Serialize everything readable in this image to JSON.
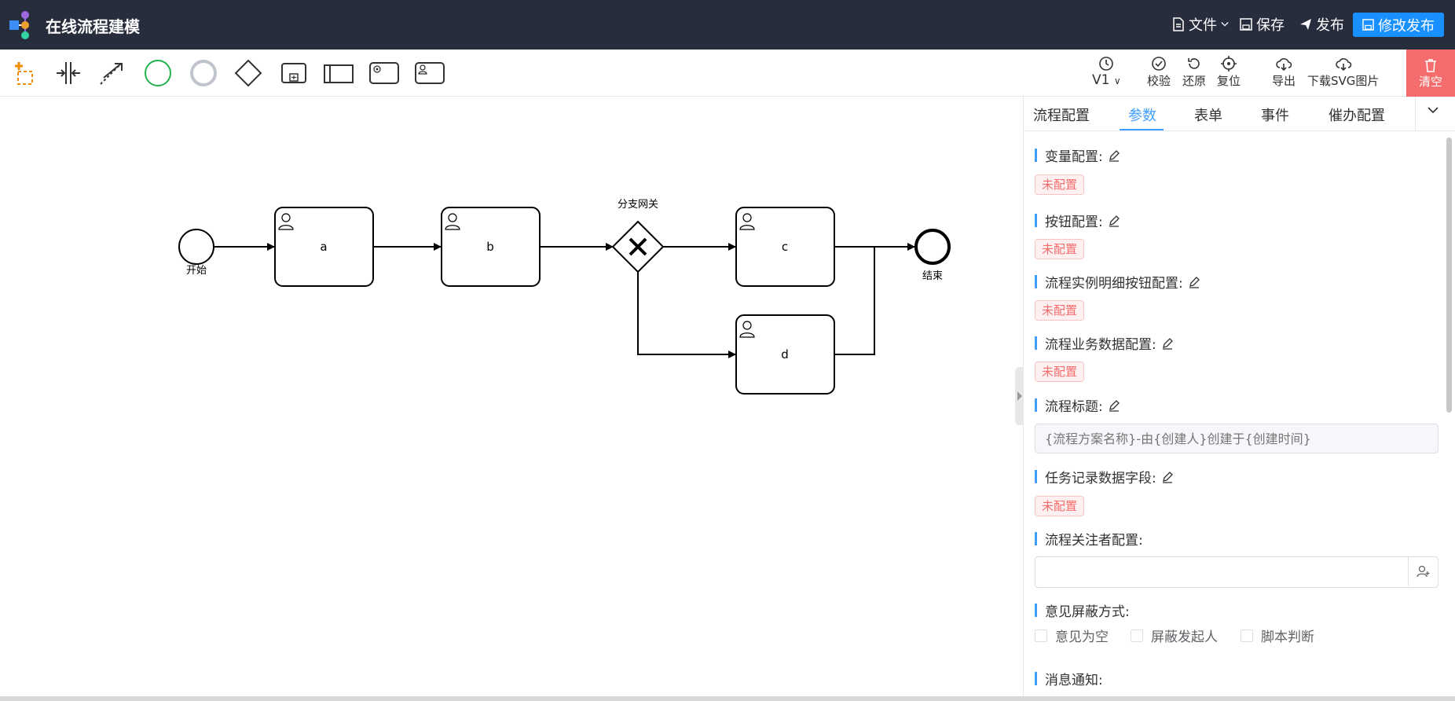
{
  "header": {
    "title": "在线流程建模",
    "file_label": "文件",
    "save_label": "保存",
    "publish_label": "发布",
    "modify_publish_label": "修改发布"
  },
  "toolbar": {
    "palette": [
      "hand-tool",
      "lasso-tool",
      "space-tool",
      "connect-tool",
      "start-event",
      "end-event",
      "gateway",
      "sub-process",
      "pool",
      "service-task",
      "user-task"
    ],
    "version_label": "V1",
    "validate_label": "校验",
    "undo_label": "还原",
    "reset_label": "复位",
    "export_label": "导出",
    "download_svg_label": "下载SVG图片",
    "clear_label": "清空"
  },
  "diagram": {
    "start_label": "开始",
    "end_label": "结束",
    "gateway_label": "分支网关",
    "tasks": [
      "a",
      "b",
      "c",
      "d"
    ]
  },
  "panel": {
    "tabs": [
      "流程配置",
      "参数",
      "表单",
      "事件",
      "催办配置"
    ],
    "active_tab": "参数",
    "variable_config": "变量配置:",
    "button_config": "按钮配置:",
    "instance_button_config": "流程实例明细按钮配置:",
    "business_data_config": "流程业务数据配置:",
    "process_title": "流程标题:",
    "process_title_placeholder": "{流程方案名称}-由{创建人}创建于{创建时间}",
    "task_record_fields": "任务记录数据字段:",
    "followers_config": "流程关注者配置:",
    "followers_value": "",
    "opinion_shield": "意见屏蔽方式:",
    "opinion_options": [
      "意见为空",
      "屏蔽发起人",
      "脚本判断"
    ],
    "message_notify": "消息通知:",
    "not_configured": "未配置"
  },
  "colors": {
    "header_bg": "#282d3e",
    "primary": "#409eff",
    "danger": "#f56c6c",
    "start_event": "#22b24c"
  }
}
